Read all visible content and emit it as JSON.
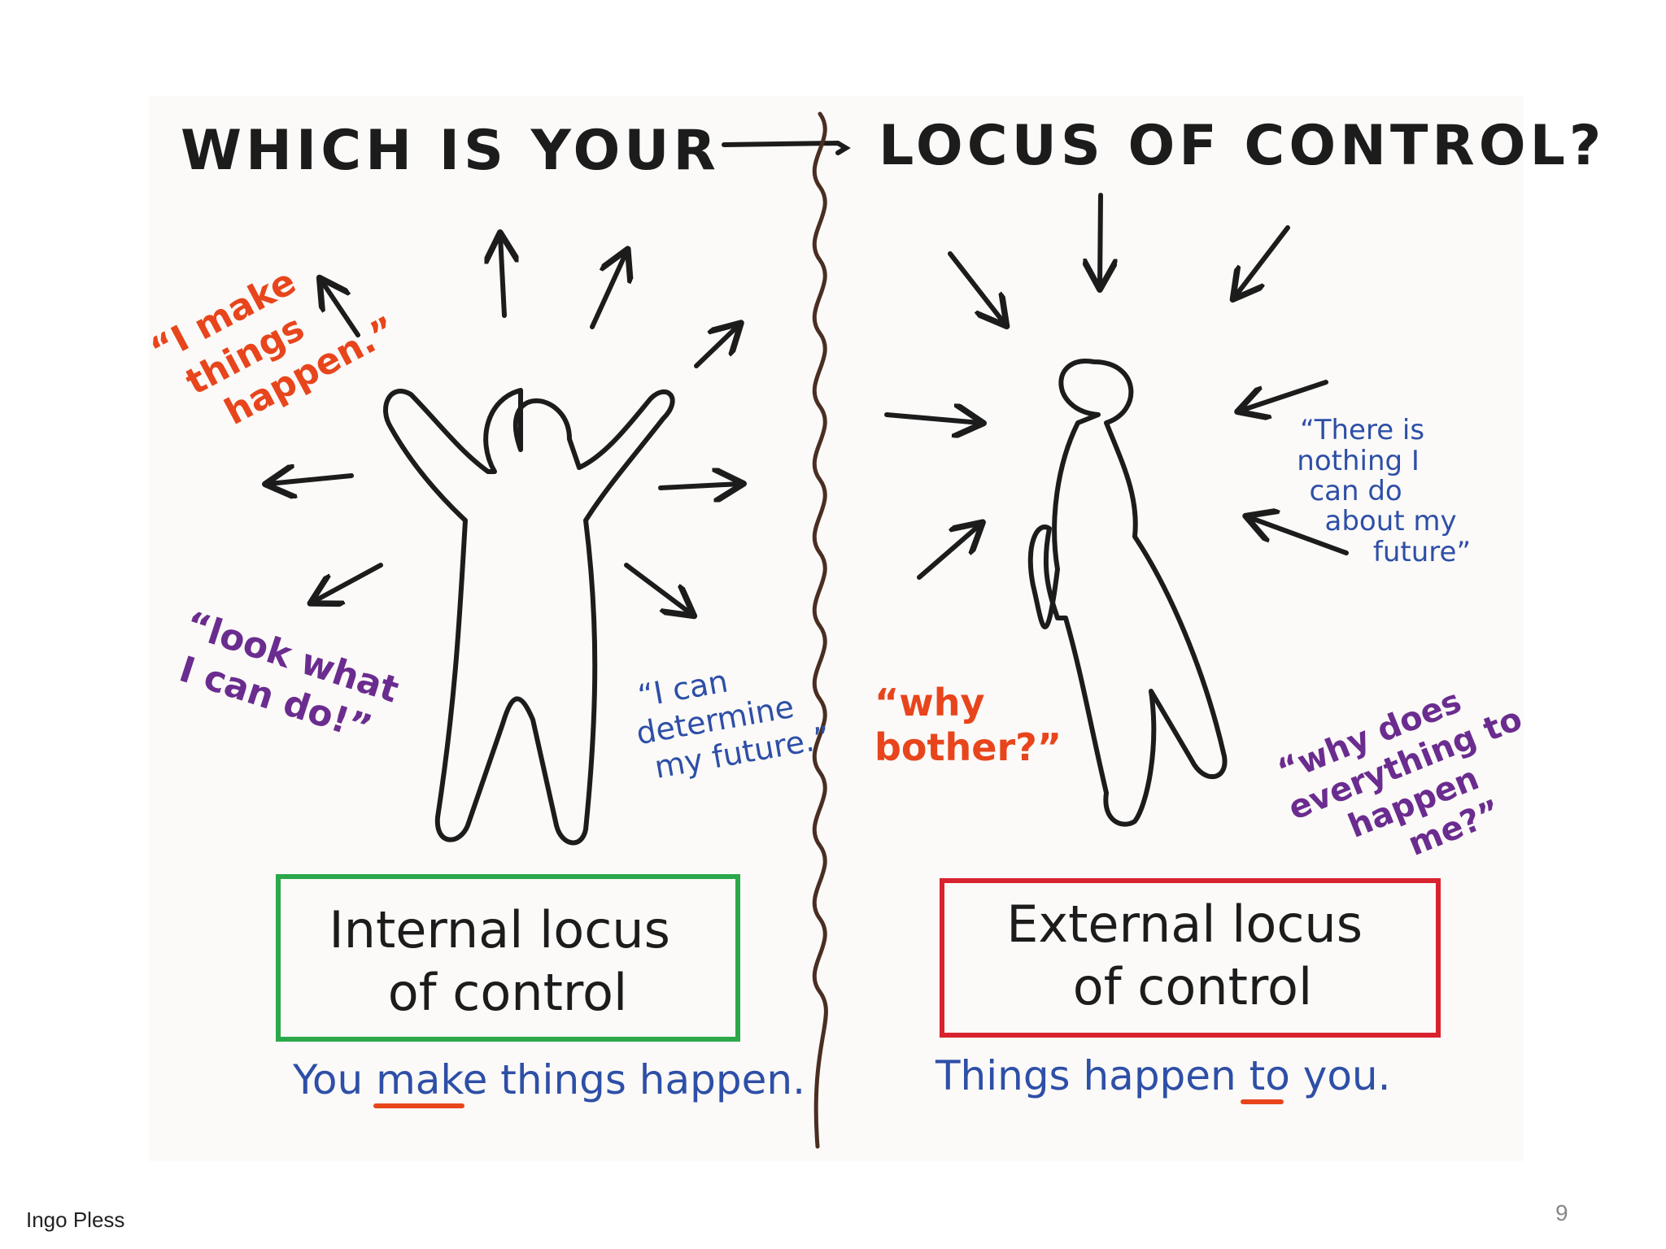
{
  "title": {
    "left": "WHICH IS YOUR",
    "right": "LOCUS OF CONTROL?"
  },
  "internal": {
    "quote_make": [
      "“I make",
      "things",
      "happen.”"
    ],
    "quote_look": [
      "“look what",
      "I can do!”"
    ],
    "quote_determine": [
      "“I can",
      "determine",
      "my future.”"
    ],
    "box": [
      "Internal locus",
      "of control"
    ],
    "caption_before": "You ",
    "caption_emph": "make",
    "caption_after": " things happen."
  },
  "external": {
    "quote_nothing": [
      "“There is",
      "nothing I",
      "can do",
      "about my",
      "future”"
    ],
    "quote_why": [
      "“why",
      "bother?”"
    ],
    "quote_everything": [
      "“why does",
      "everything to",
      "happen",
      "me?”"
    ],
    "box": [
      "External locus",
      "of control"
    ],
    "caption_before": "Things happen ",
    "caption_emph": "to",
    "caption_after": " you."
  },
  "footer": {
    "author": "Ingo Pless",
    "page": "9"
  },
  "colors": {
    "ink": "#1c1c1c",
    "red": "#e8451c",
    "purple": "#6b2c8f",
    "blue": "#2e4fa7",
    "green_box": "#2aa84a",
    "red_box": "#d8222e"
  }
}
